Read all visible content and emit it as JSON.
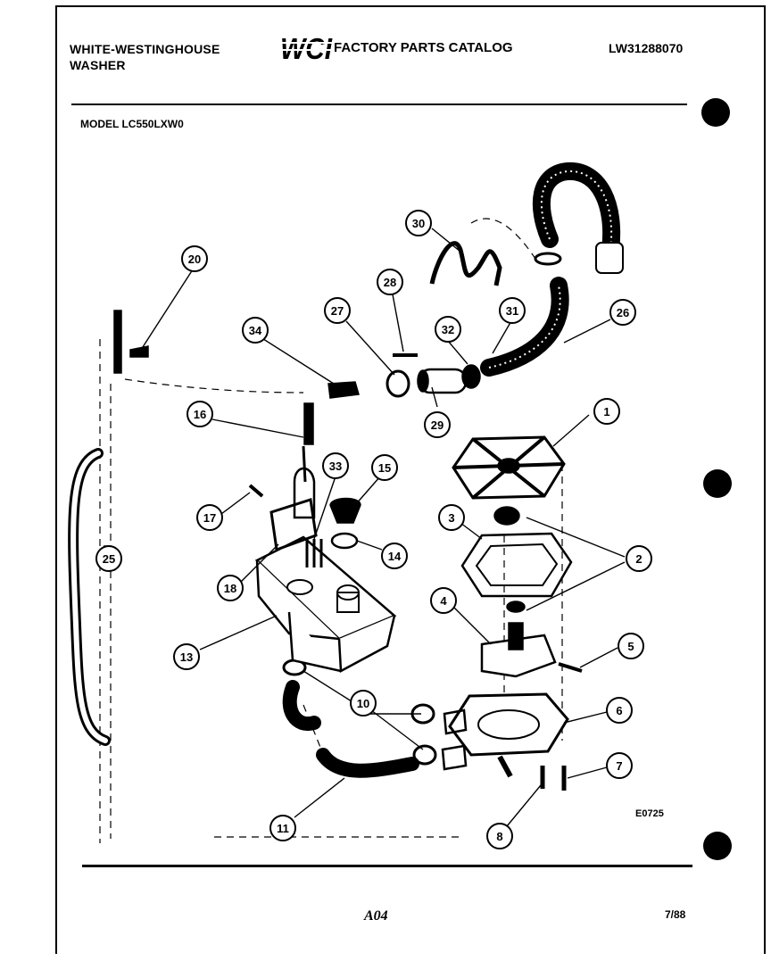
{
  "header": {
    "brand_line1": "WHITE-WESTINGHOUSE",
    "brand_line2": "WASHER",
    "logo_text": "WCI",
    "catalog_title": "FACTORY PARTS CATALOG",
    "doc_number": "LW31288070"
  },
  "model_label": "MODEL LC550LXW0",
  "figure_code": "E0725",
  "footer": {
    "page_number": "A04",
    "date": "7/88"
  },
  "callouts": [
    "1",
    "2",
    "3",
    "4",
    "5",
    "6",
    "7",
    "8",
    "10",
    "11",
    "13",
    "14",
    "15",
    "16",
    "17",
    "18",
    "20",
    "25",
    "26",
    "27",
    "28",
    "29",
    "30",
    "31",
    "32",
    "33",
    "34"
  ]
}
